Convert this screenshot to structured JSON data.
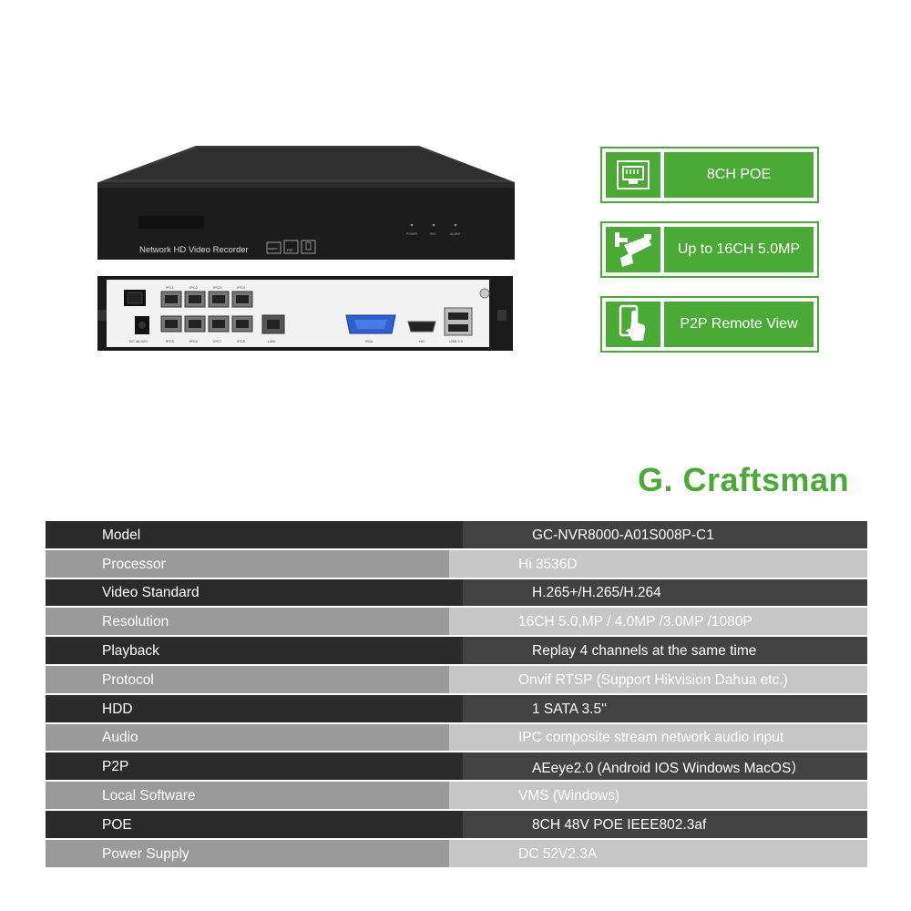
{
  "product": {
    "front_label": "Network HD Video Recorder",
    "front_icons": [
      "SMART",
      "P2P",
      ""
    ],
    "front_leds": [
      "POWER",
      "REC",
      "ALARM"
    ],
    "rear_ports_top": [
      "IPC1",
      "IPC2",
      "IPC3",
      "IPC4"
    ],
    "rear_ports_bottom": [
      "IPC5",
      "IPC6",
      "IPC7",
      "IPC8"
    ],
    "rear_labels": {
      "dc": "DC 48-52V",
      "lan": "LAN",
      "vga": "VGA",
      "hd": "HD",
      "usb": "USB 2.0"
    }
  },
  "badges": [
    {
      "label": "8CH POE",
      "icon": "ethernet-port-icon"
    },
    {
      "label": "Up to 16CH 5.0MP",
      "icon": "security-camera-icon"
    },
    {
      "label": "P2P Remote View",
      "icon": "phone-touch-icon"
    }
  ],
  "brand": "G. Craftsman",
  "colors": {
    "accent": "#4aaa36",
    "row_dark_name": "#2b2b2b",
    "row_dark_value": "#424242",
    "row_light_name": "#9a9a9a",
    "row_light_value": "#c6c6c6"
  },
  "specs": [
    {
      "name": "Model",
      "value": "GC-NVR8000-A01S008P-C1"
    },
    {
      "name": "Processor",
      "value": "Hi 3536D"
    },
    {
      "name": "Video Standard",
      "value": "H.265+/H.265/H.264"
    },
    {
      "name": "Resolution",
      "value": "16CH 5.0,MP / 4.0MP /3.0MP /1080P"
    },
    {
      "name": "Playback",
      "value": "Replay 4 channels at the same time"
    },
    {
      "name": "Protocol",
      "value": "Onvif RTSP (Support Hikvision Dahua etc.)"
    },
    {
      "name": "HDD",
      "value": "1 SATA 3.5''"
    },
    {
      "name": "Audio",
      "value": "IPC composite stream network audio input"
    },
    {
      "name": "P2P",
      "value": "AEeye2.0 (Android  IOS  Windows MacOS）"
    },
    {
      "name": "Local Software",
      "value": "VMS (Windows)"
    },
    {
      "name": "POE",
      "value": "8CH 48V POE  IEEE802.3af"
    },
    {
      "name": "Power Supply",
      "value": "DC 52V2.3A"
    }
  ]
}
